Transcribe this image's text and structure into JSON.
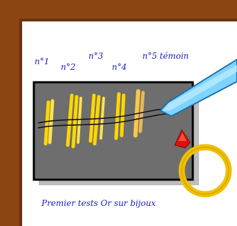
{
  "labels": {
    "n1": "n°1",
    "n2": "n°2",
    "n3": "n°3",
    "n4": "n°4",
    "n5": "n°5 témoin"
  },
  "caption": "Premier tests Or sur bijoux",
  "colors": {
    "frame": "#8B4513",
    "stone": "#6e6e6e",
    "gold_streak": "#ffd700",
    "ink": "#1a1acc",
    "ring": "#f0c000",
    "gem": "#dd1111",
    "tool": "#7fd4ff"
  }
}
